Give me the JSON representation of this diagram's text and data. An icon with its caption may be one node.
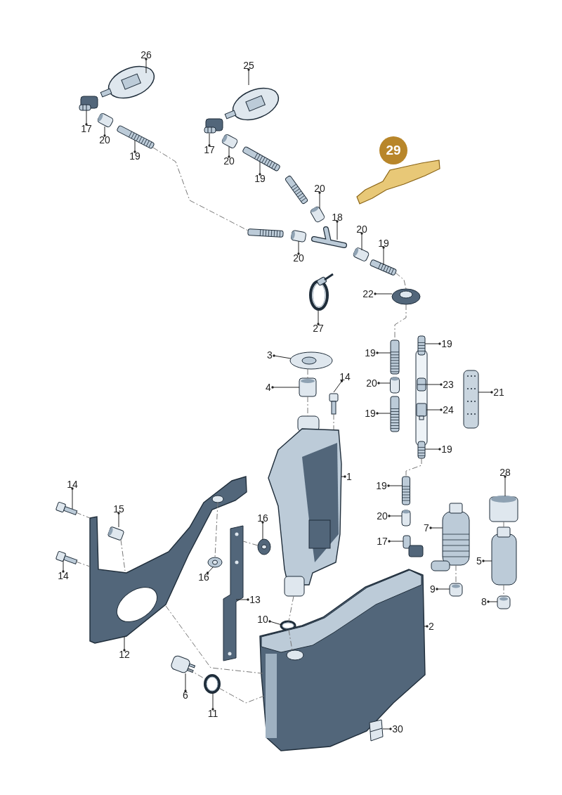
{
  "diagram": {
    "nodes": [
      {
        "text": [
          "26"
        ]
      },
      {
        "text": [
          "25"
        ]
      },
      {
        "text": [
          "17"
        ]
      },
      {
        "text": [
          "20"
        ]
      },
      {
        "text": [
          "19"
        ]
      },
      {
        "text": [
          "17"
        ]
      },
      {
        "text": [
          "20"
        ]
      },
      {
        "text": [
          "19"
        ]
      },
      {
        "text": [
          "20"
        ]
      },
      {
        "text": [
          "18"
        ]
      },
      {
        "text": [
          "20"
        ]
      },
      {
        "text": [
          "20"
        ]
      },
      {
        "text": [
          "19"
        ]
      },
      {
        "text": [
          "29"
        ]
      },
      {
        "text": [
          "22"
        ]
      },
      {
        "text": [
          "27"
        ]
      },
      {
        "text": [
          "3"
        ]
      },
      {
        "text": [
          "4"
        ]
      },
      {
        "text": [
          "14"
        ]
      },
      {
        "text": [
          "19"
        ]
      },
      {
        "text": [
          "20"
        ]
      },
      {
        "text": [
          "19"
        ]
      },
      {
        "text": [
          "19"
        ]
      },
      {
        "text": [
          "23"
        ]
      },
      {
        "text": [
          "21"
        ]
      },
      {
        "text": [
          "24"
        ]
      },
      {
        "text": [
          "19"
        ]
      },
      {
        "text": [
          "1"
        ]
      },
      {
        "text": [
          "28"
        ]
      },
      {
        "text": [
          "19"
        ]
      },
      {
        "text": [
          "20"
        ]
      },
      {
        "text": [
          "7"
        ]
      },
      {
        "text": [
          "17"
        ]
      },
      {
        "text": [
          "5"
        ]
      },
      {
        "text": [
          "9"
        ]
      },
      {
        "text": [
          "8"
        ]
      },
      {
        "text": [
          "14"
        ]
      },
      {
        "text": [
          "15"
        ]
      },
      {
        "text": [
          "16"
        ]
      },
      {
        "text": [
          "14"
        ]
      },
      {
        "text": [
          "16"
        ]
      },
      {
        "text": [
          "13"
        ]
      },
      {
        "text": [
          "10"
        ]
      },
      {
        "text": [
          "2"
        ]
      },
      {
        "text": [
          "12"
        ]
      },
      {
        "text": [
          "6"
        ]
      },
      {
        "text": [
          "11"
        ]
      },
      {
        "text": [
          "30"
        ]
      },
      {
        "text": [],
        "shape": "picture"
      },
      {
        "text": [],
        "shape": "picture"
      },
      {
        "text": [],
        "shape": "picture"
      },
      {
        "text": [],
        "shape": "picture"
      },
      {
        "text": [],
        "shape": "picture"
      },
      {
        "text": [],
        "shape": "picture"
      },
      {
        "text": [],
        "shape": "picture"
      },
      {
        "text": [],
        "shape": "picture"
      },
      {
        "text": [],
        "shape": "picture"
      },
      {
        "text": [],
        "shape": "picture"
      },
      {
        "text": [],
        "shape": "picture"
      },
      {
        "text": [],
        "shape": "picture"
      },
      {
        "text": [],
        "shape": "picture"
      },
      {
        "text": [],
        "shape": "picture"
      },
      {
        "text": [],
        "shape": "picture"
      },
      {
        "text": [],
        "shape": "picture"
      },
      {
        "text": [],
        "shape": "picture"
      },
      {
        "text": [],
        "shape": "picture"
      },
      {
        "text": [],
        "shape": "picture"
      },
      {
        "text": [],
        "shape": "picture"
      },
      {
        "text": [],
        "shape": "picture"
      },
      {
        "text": [],
        "shape": "picture"
      },
      {
        "text": [],
        "shape": "picture"
      },
      {
        "text": [],
        "shape": "picture"
      },
      {
        "text": [],
        "shape": "picture"
      },
      {
        "text": [],
        "shape": "picture"
      },
      {
        "text": [],
        "shape": "picture"
      },
      {
        "text": [],
        "shape": "picture"
      },
      {
        "text": [],
        "shape": "picture"
      },
      {
        "text": [],
        "shape": "picture"
      },
      {
        "text": [],
        "shape": "picture"
      },
      {
        "text": [],
        "shape": "picture"
      },
      {
        "text": [],
        "shape": "picture"
      },
      {
        "text": [],
        "shape": "picture"
      },
      {
        "text": [],
        "shape": "picture"
      },
      {
        "text": [],
        "shape": "picture"
      },
      {
        "text": [],
        "shape": "picture"
      },
      {
        "text": [],
        "shape": "picture"
      },
      {
        "text": [],
        "shape": "picture"
      },
      {
        "text": [],
        "shape": "picture"
      },
      {
        "text": [],
        "shape": "picture"
      },
      {
        "text": [],
        "shape": "picture"
      },
      {
        "text": [],
        "shape": "picture"
      },
      {
        "text": [],
        "shape": "picture"
      },
      {
        "text": [],
        "shape": "picture"
      },
      {
        "text": [],
        "shape": "picture"
      },
      {
        "text": [],
        "shape": "picture"
      },
      {
        "text": [],
        "shape": "picture"
      },
      {
        "text": [],
        "shape": "picture"
      }
    ],
    "edges": [
      {
        "from": 0,
        "to": 48,
        "arrow": "other"
      },
      {
        "from": 1,
        "to": 49,
        "arrow": "other"
      },
      {
        "from": 2,
        "to": 50,
        "arrow": "other"
      },
      {
        "from": 3,
        "to": 51,
        "arrow": "other"
      },
      {
        "from": 4,
        "to": 52,
        "arrow": "other"
      },
      {
        "from": 5,
        "to": 53,
        "arrow": "other"
      },
      {
        "from": 6,
        "to": 54,
        "arrow": "other"
      },
      {
        "from": 7,
        "to": 55,
        "arrow": "other"
      },
      {
        "from": 8,
        "to": 56,
        "arrow": "other"
      },
      {
        "from": 9,
        "to": 57,
        "arrow": "other"
      },
      {
        "from": 10,
        "to": 58,
        "arrow": "other"
      },
      {
        "from": 11,
        "to": 59,
        "arrow": "other"
      },
      {
        "from": 12,
        "to": 60,
        "arrow": "other"
      },
      {
        "from": 14,
        "to": 61,
        "arrow": "other"
      },
      {
        "from": 15,
        "to": 62,
        "arrow": "other"
      },
      {
        "from": 16,
        "to": 63,
        "arrow": "other"
      },
      {
        "from": 17,
        "to": 64,
        "arrow": "other"
      },
      {
        "from": 18,
        "to": 65,
        "arrow": "other"
      },
      {
        "from": 19,
        "to": 66,
        "arrow": "other"
      },
      {
        "from": 20,
        "to": 67,
        "arrow": "other"
      },
      {
        "from": 21,
        "to": 68,
        "arrow": "other"
      },
      {
        "from": 22,
        "to": 69,
        "arrow": "other"
      },
      {
        "from": 23,
        "to": 70,
        "arrow": "other"
      },
      {
        "from": 24,
        "to": 71,
        "arrow": "other"
      },
      {
        "from": 25,
        "to": 72,
        "arrow": "other"
      },
      {
        "from": 26,
        "to": 73,
        "arrow": "other"
      },
      {
        "from": 27,
        "to": 74,
        "arrow": "other"
      },
      {
        "from": 28,
        "to": 75,
        "arrow": "other"
      },
      {
        "from": 29,
        "to": 76,
        "arrow": "other"
      },
      {
        "from": 30,
        "to": 77,
        "arrow": "other"
      },
      {
        "from": 31,
        "to": 78,
        "arrow": "other"
      },
      {
        "from": 32,
        "to": 79,
        "arrow": "other"
      },
      {
        "from": 33,
        "to": 80,
        "arrow": "other"
      },
      {
        "from": 34,
        "to": 81,
        "arrow": "other"
      },
      {
        "from": 35,
        "to": 82,
        "arrow": "other"
      },
      {
        "from": 36,
        "to": 83,
        "arrow": "other"
      },
      {
        "from": 37,
        "to": 84,
        "arrow": "other"
      },
      {
        "from": 38,
        "to": 85,
        "arrow": "other"
      },
      {
        "from": 39,
        "to": 86,
        "arrow": "other"
      },
      {
        "from": 40,
        "to": 87,
        "arrow": "other"
      },
      {
        "from": 41,
        "to": 88,
        "arrow": "other"
      },
      {
        "from": 42,
        "to": 89,
        "arrow": "other"
      },
      {
        "from": 43,
        "to": 90,
        "arrow": "other"
      },
      {
        "from": 44,
        "to": 91,
        "arrow": "other"
      },
      {
        "from": 45,
        "to": 92,
        "arrow": "other"
      },
      {
        "from": 46,
        "to": 93,
        "arrow": "other"
      },
      {
        "from": 47,
        "to": 94,
        "arrow": "other"
      },
      {
        "from": 63,
        "to": 64,
        "arrow": "none",
        "style": "dashed",
        "color": "#777777"
      },
      {
        "from": 64,
        "to": 74,
        "arrow": "none",
        "style": "dashed",
        "color": "#777777"
      },
      {
        "from": 65,
        "to": 74,
        "arrow": "none",
        "style": "dashed",
        "color": "#777777"
      },
      {
        "from": 74,
        "to": 89,
        "arrow": "none",
        "style": "dashed",
        "color": "#777777"
      },
      {
        "from": 89,
        "to": 90,
        "arrow": "none",
        "style": "dashed",
        "color": "#777777"
      },
      {
        "from": 92,
        "to": 93,
        "arrow": "none",
        "style": "dashed",
        "color": "#777777"
      },
      {
        "from": 93,
        "to": 90,
        "arrow": "none",
        "style": "dashed",
        "color": "#777777"
      },
      {
        "from": 83,
        "to": 91,
        "arrow": "none",
        "style": "dashed",
        "color": "#777777"
      },
      {
        "from": 84,
        "to": 91,
        "arrow": "none",
        "style": "dashed",
        "color": "#777777"
      },
      {
        "from": 86,
        "to": 91,
        "arrow": "none",
        "style": "dashed",
        "color": "#777777"
      },
      {
        "from": 91,
        "to": 90,
        "arrow": "none",
        "style": "dashed",
        "color": "#777777"
      },
      {
        "from": 91,
        "to": 85,
        "arrow": "none",
        "style": "dashed",
        "color": "#777777"
      },
      {
        "from": 87,
        "to": 88,
        "arrow": "none",
        "style": "dashed",
        "color": "#777777"
      },
      {
        "from": 60,
        "to": 61,
        "arrow": "none",
        "style": "dashed",
        "color": "#777777"
      },
      {
        "from": 61,
        "to": 66,
        "arrow": "none",
        "style": "dashed",
        "color": "#777777"
      },
      {
        "from": 52,
        "to": 95,
        "arrow": "none",
        "style": "dashed",
        "color": "#777777"
      },
      {
        "from": 78,
        "to": 81,
        "arrow": "none",
        "style": "dashed",
        "color": "#777777"
      },
      {
        "from": 80,
        "to": 82,
        "arrow": "none",
        "style": "dashed",
        "color": "#777777"
      },
      {
        "from": 75,
        "to": 80,
        "arrow": "none",
        "style": "dashed",
        "color": "#777777"
      },
      {
        "from": 73,
        "to": 76,
        "arrow": "none",
        "style": "dashed",
        "color": "#777777"
      }
    ]
  }
}
